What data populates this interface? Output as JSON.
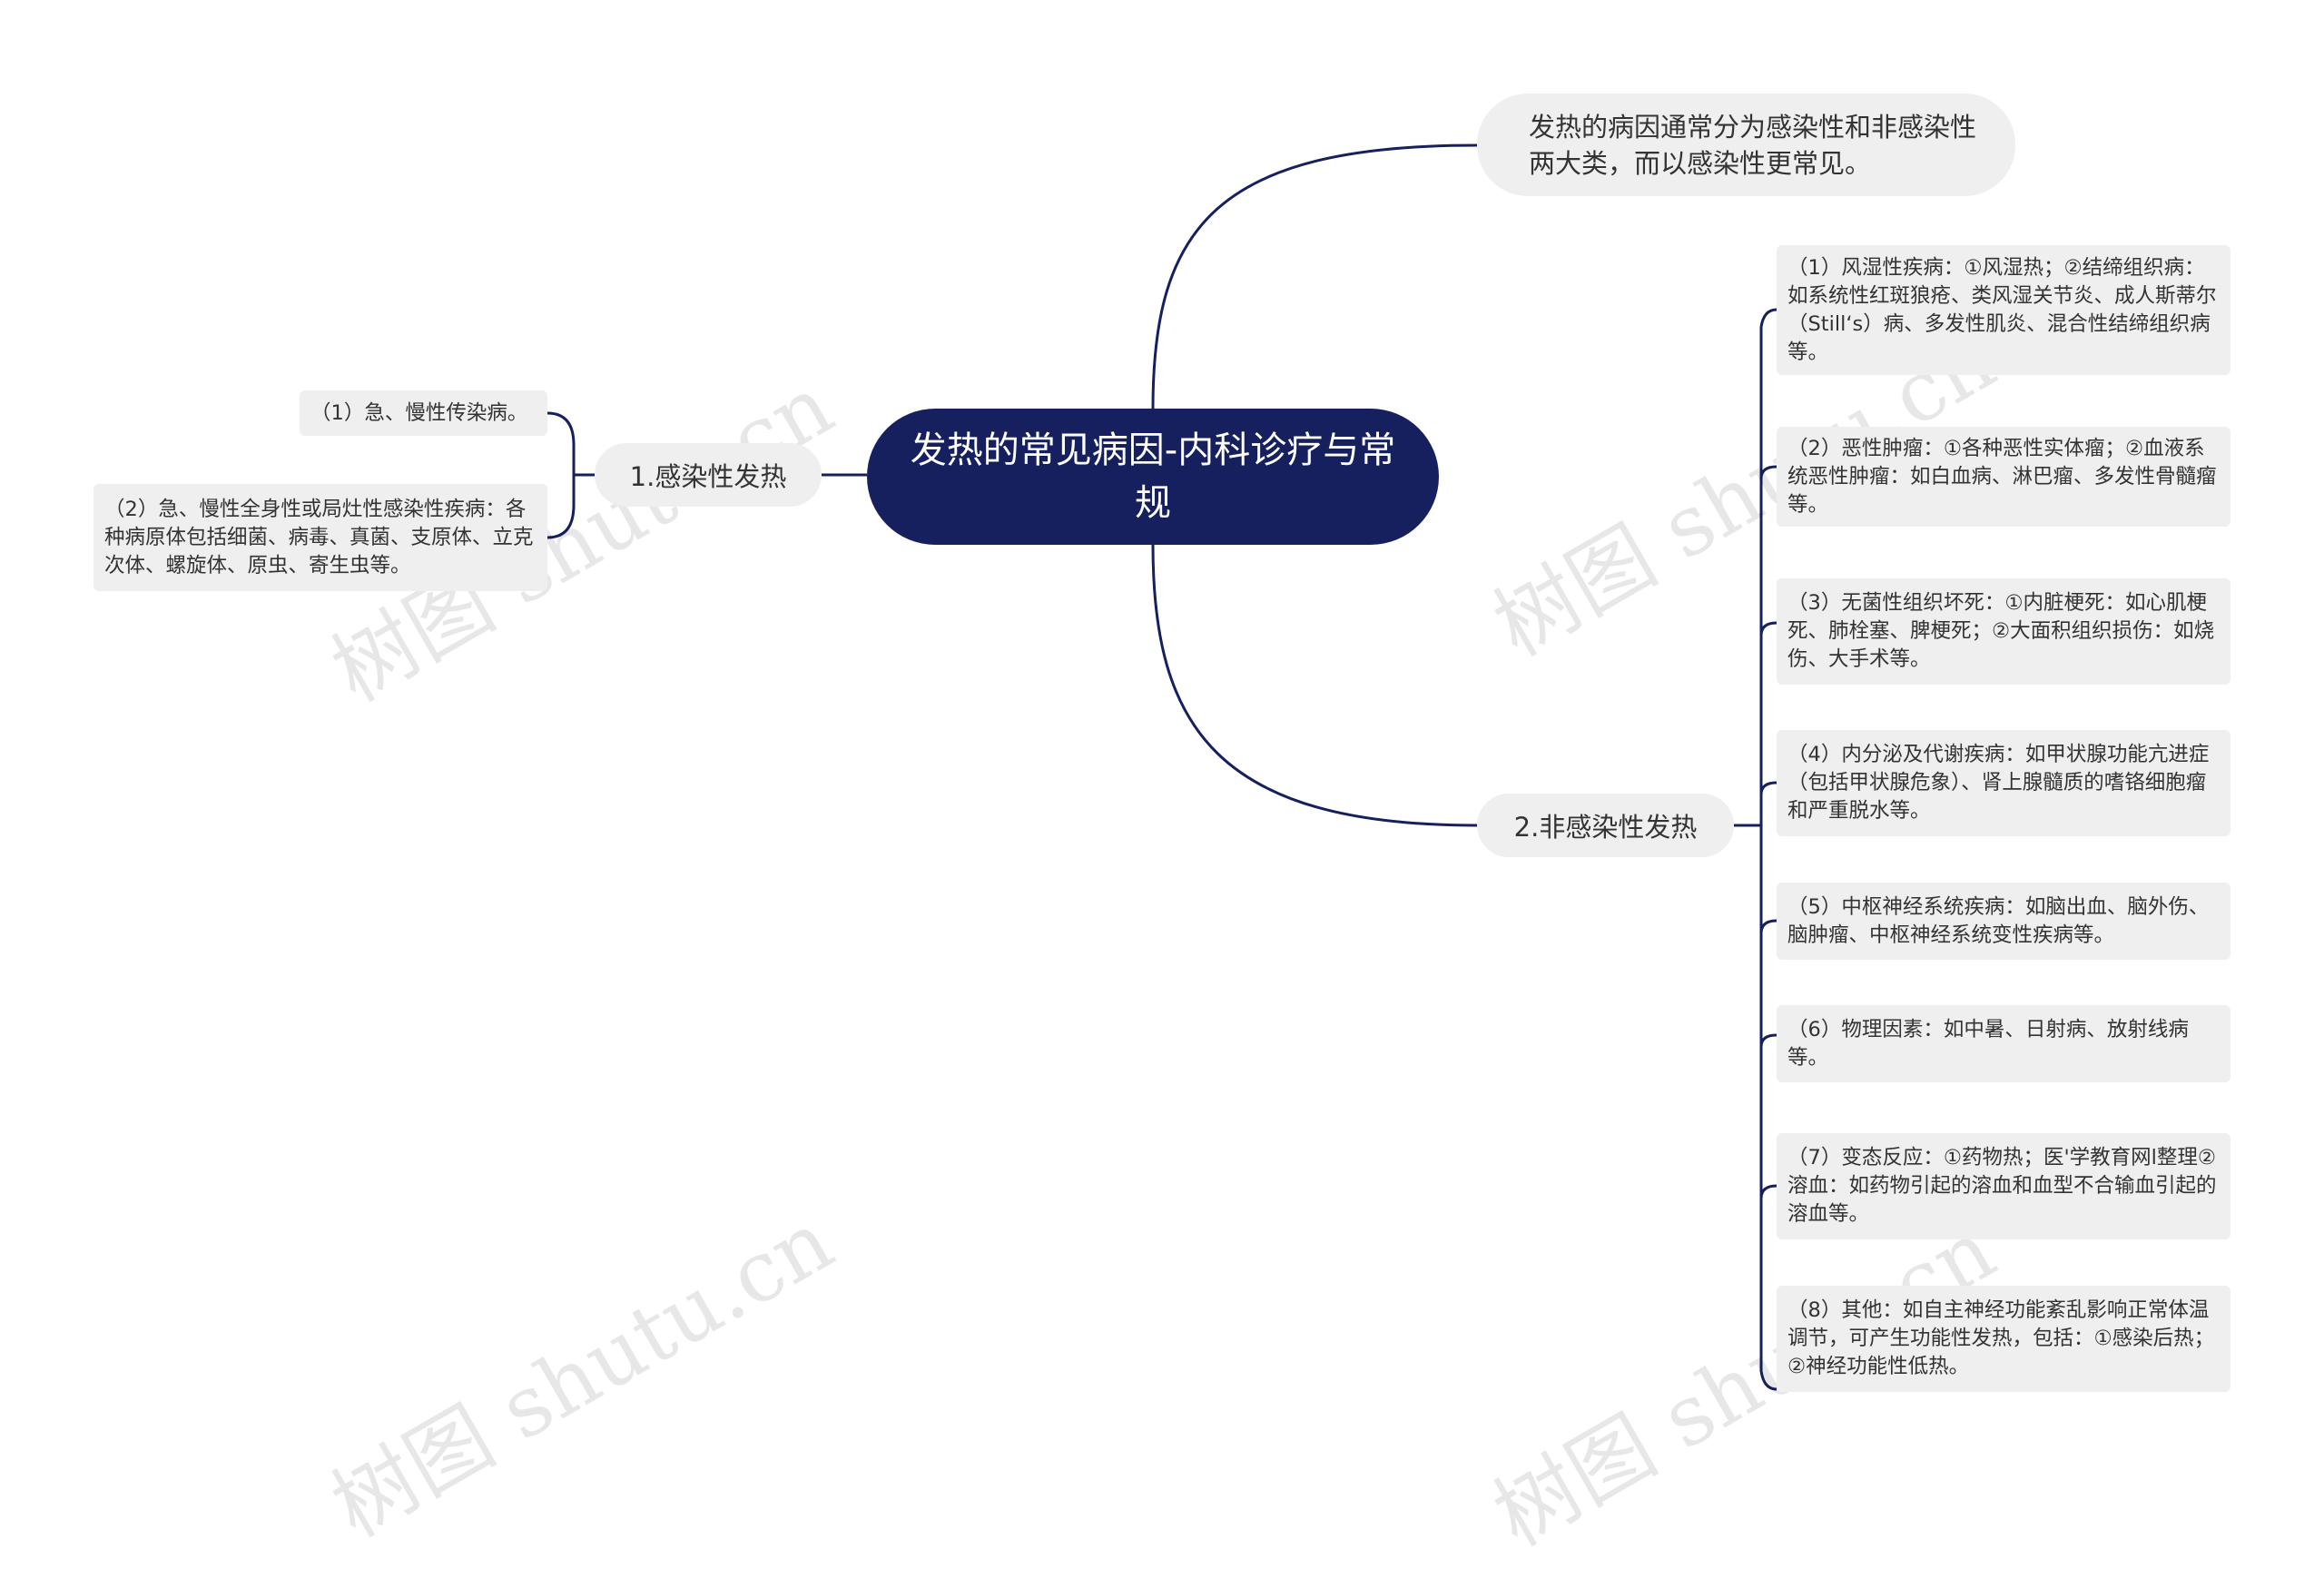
{
  "root": {
    "title": "发热的常见病因-内科诊疗与常规"
  },
  "intro": "发热的病因通常分为感染性和非感染性两大类，而以感染性更常见。",
  "branch1": {
    "label": "1.感染性发热",
    "items": [
      "（1）急、慢性传染病。",
      "（2）急、慢性全身性或局灶性感染性疾病：各种病原体包括细菌、病毒、真菌、支原体、立克次体、螺旋体、原虫、寄生虫等。"
    ]
  },
  "branch2": {
    "label": "2.非感染性发热",
    "items": [
      "（1）风湿性疾病：①风湿热；②结缔组织病：如系统性红斑狼疮、类风湿关节炎、成人斯蒂尔（Still‘s）病、多发性肌炎、混合性结缔组织病等。",
      "（2）恶性肿瘤：①各种恶性实体瘤；②血液系统恶性肿瘤：如白血病、淋巴瘤、多发性骨髓瘤等。",
      "（3）无菌性组织坏死：①内脏梗死：如心肌梗死、肺栓塞、脾梗死；②大面积组织损伤：如烧伤、大手术等。",
      "（4）内分泌及代谢疾病：如甲状腺功能亢进症（包括甲状腺危象）、肾上腺髓质的嗜铬细胞瘤和严重脱水等。",
      "（5）中枢神经系统疾病：如脑出血、脑外伤、脑肿瘤、中枢神经系统变性疾病等。",
      "（6）物理因素：如中暑、日射病、放射线病等。",
      "（7）变态反应：①药物热；医'学教育网l整理②溶血：如药物引起的溶血和血型不合输血引起的溶血等。",
      "（8）其他：如自主神经功能紊乱影响正常体温调节，可产生功能性发热，包括：①感染后热；②神经功能性低热。"
    ]
  },
  "watermark": "树图 shutu.cn",
  "colors": {
    "root_bg": "#17205e",
    "line": "#17205e",
    "node_bg": "#efefef",
    "text": "#333333"
  }
}
